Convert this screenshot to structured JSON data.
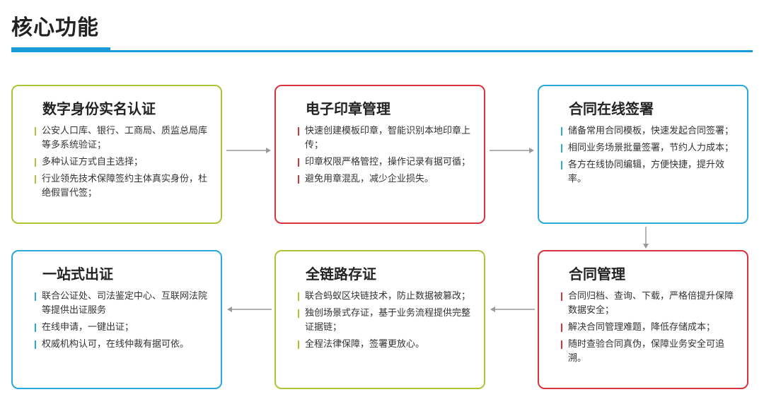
{
  "title": "核心功能",
  "colors": {
    "accent_blue": "#1a9ad6",
    "green": "#a9c735",
    "red": "#d9333f",
    "blue": "#2aa7dd",
    "arrow": "#9a9a9a"
  },
  "cards": [
    {
      "title": "数字身份实名认证",
      "items": [
        "公安人口库、银行、工商局、质监总局库等多系统验证；",
        "多种认证方式自主选择；",
        "行业领先技术保障签约主体真实身份，杜绝假冒代签；"
      ]
    },
    {
      "title": "电子印章管理",
      "items": [
        "快速创建模板印章，智能识别本地印章上传；",
        "印章权限严格管控，操作记录有据可循；",
        "避免用章混乱，减少企业损失。"
      ]
    },
    {
      "title": "合同在线签署",
      "items": [
        "储备常用合同模板，快速发起合同签署；",
        "相同业务场景批量签署，节约人力成本；",
        "各方在线协同编辑，方便快捷，提升效率。"
      ]
    },
    {
      "title": "一站式出证",
      "items": [
        "联合公证处、司法鉴定中心、互联网法院等提供出证服务",
        "在线申请，一键出证；",
        "权威机构认可，在线仲裁有据可依。"
      ]
    },
    {
      "title": "全链路存证",
      "items": [
        "联合蚂蚁区块链技术，防止数据被篡改；",
        "独创场景式存证，基于业务流程提供完整证据链；",
        "全程法律保障，签署更放心。"
      ]
    },
    {
      "title": "合同管理",
      "items": [
        "合同归档、查询、下载，严格倍提升保障数据安全；",
        "解决合同管理难题，降低存储成本；",
        "随时查验合同真伪，保障业务安全可追溯。"
      ]
    }
  ]
}
